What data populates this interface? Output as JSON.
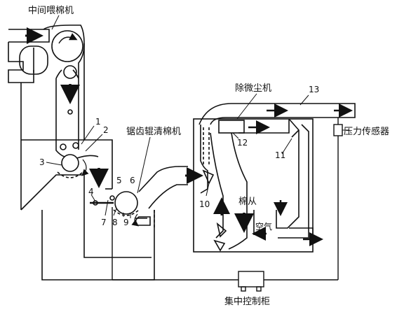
{
  "labels": {
    "feeder": "中间喂棉机",
    "saw_cleaner": "锯齿辊清棉机",
    "dust_remover": "除微尘机",
    "pressure_sensor": "压力传感器",
    "control_cabinet": "集中控制柜",
    "cotton_flow": "棉从",
    "air": "空气"
  },
  "numbers": {
    "n1": "1",
    "n2": "2",
    "n3": "3",
    "n4": "4",
    "n5": "5",
    "n6": "6",
    "n7": "7",
    "n8": "8",
    "n9": "9",
    "n10": "10",
    "n11": "11",
    "n12": "12",
    "n13": "13"
  }
}
